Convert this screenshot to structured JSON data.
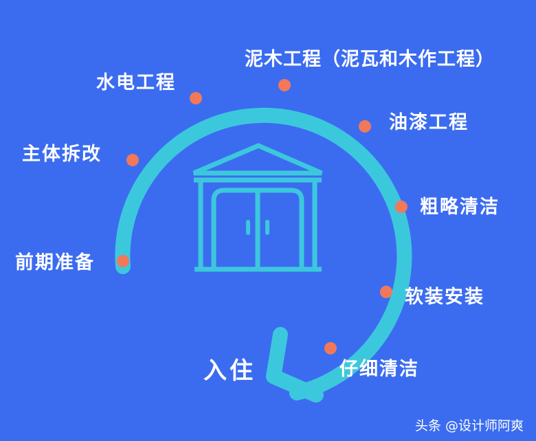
{
  "stages": [
    {
      "id": "prep",
      "label": "前期准备"
    },
    {
      "id": "structure",
      "label": "主体拆改"
    },
    {
      "id": "plumbing",
      "label": "水电工程"
    },
    {
      "id": "masonry",
      "label": "泥木工程（泥瓦和木作工程）"
    },
    {
      "id": "painting",
      "label": "油漆工程"
    },
    {
      "id": "rough_clean",
      "label": "粗略清洁"
    },
    {
      "id": "soft_decor",
      "label": "软装安装"
    },
    {
      "id": "fine_clean",
      "label": "仔细清洁"
    }
  ],
  "final_stage": "入住",
  "watermark": "头条 @设计师阿爽",
  "colors": {
    "background": "#3b6cf0",
    "arc": "#3cc8dc",
    "dot": "#f2785a",
    "text": "#ffffff"
  },
  "icons": {
    "center": "house-icon"
  }
}
